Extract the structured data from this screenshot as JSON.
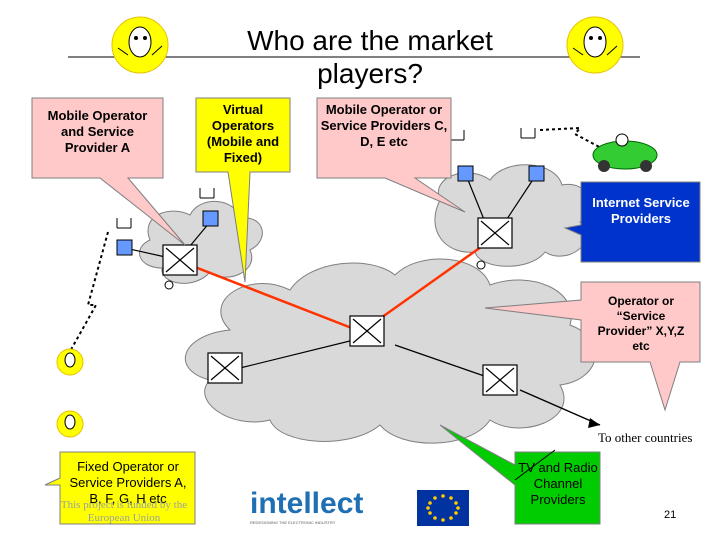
{
  "slide": {
    "title": "Who are the market players?",
    "page_number": "21"
  },
  "callouts": {
    "mobile_a": "Mobile Operator and Service Provider A",
    "virtual": "Virtual Operators (Mobile and Fixed)",
    "mobile_cde": "Mobile Operator or Service Providers C, D, E etc",
    "internet": "Internet Service Providers",
    "operator_xyz": "Operator or “Service Provider” X,Y,Z etc",
    "fixed": "Fixed Operator or Service Providers A, B, F, G, H etc",
    "tv_radio": "TV and Radio Channel Providers"
  },
  "annotations": {
    "to_other_countries": "To other countries"
  },
  "footer": {
    "funding_note": "This project is funded by the European Union",
    "logo_text": "intellect",
    "logo_tagline": "REDESIGNING THE ELECTRONIC INDUSTRY"
  },
  "colors": {
    "callout_pink": "#ffc9c9",
    "callout_yellow": "#ffff00",
    "callout_blue": "#0033cc",
    "callout_green": "#00cc00",
    "link_red": "#ff3300",
    "cloud_gray": "#d9d9d9",
    "switch_fill": "#ffffff",
    "radio_blue": "#6699ff",
    "eu_blue": "#0033a0",
    "eu_star": "#ffcc00"
  }
}
